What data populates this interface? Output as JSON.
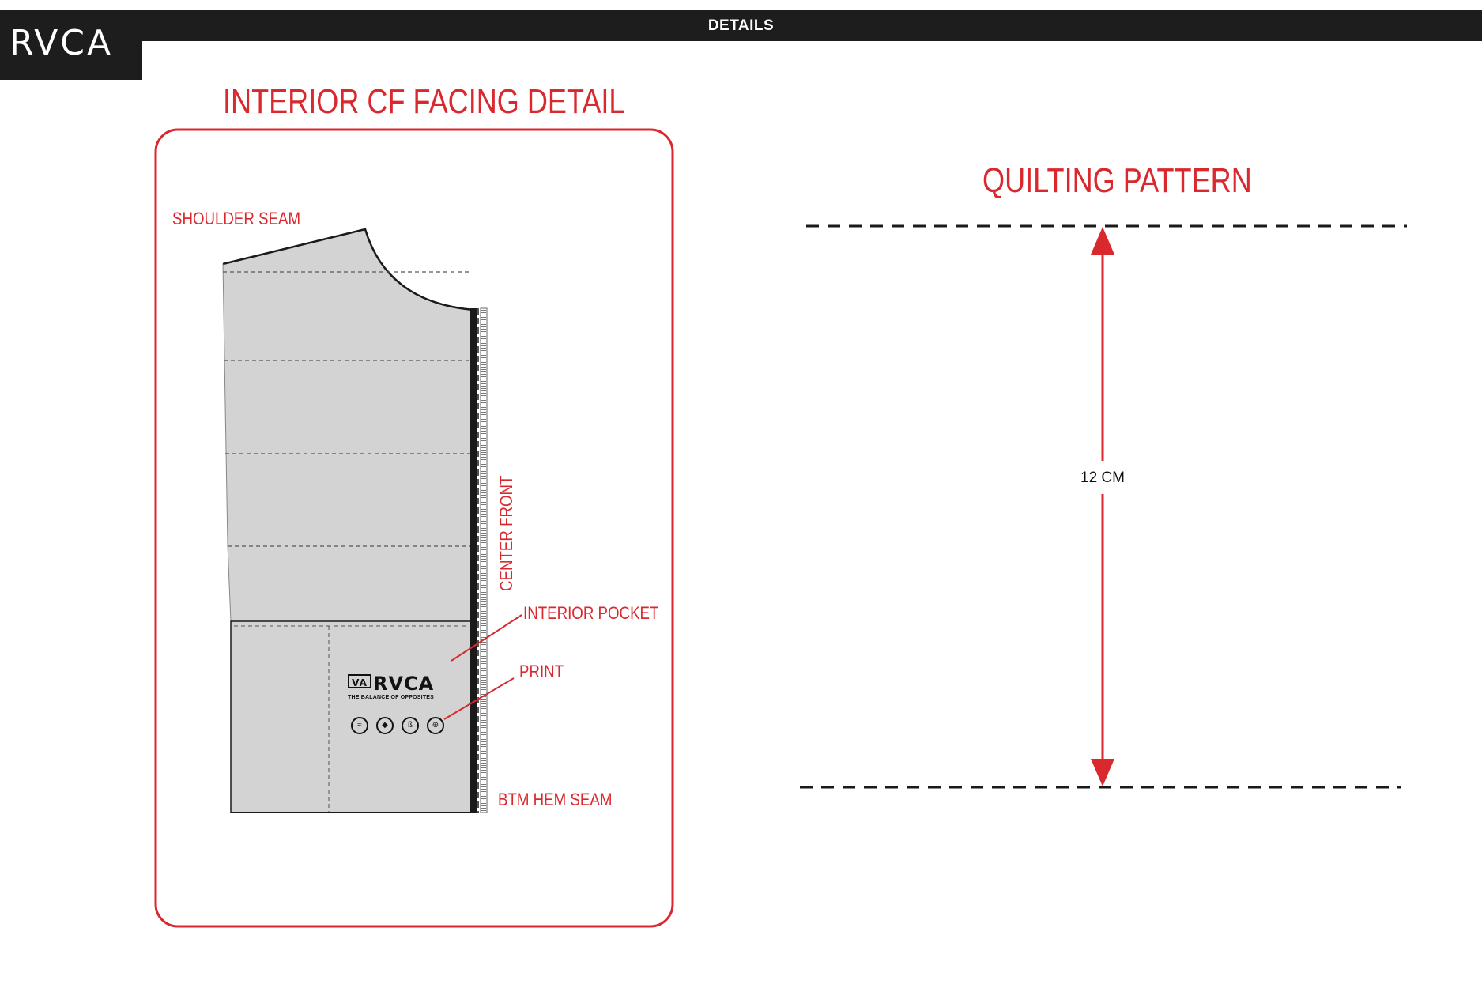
{
  "header": {
    "title": "DETAILS",
    "brand": "RVCA"
  },
  "facing_detail": {
    "title": "INTERIOR CF FACING DETAIL",
    "labels": {
      "shoulder_seam": "SHOULDER SEAM",
      "center_front": "CENTER FRONT",
      "interior_pocket": "INTERIOR POCKET",
      "print": "PRINT",
      "btm_hem_seam": "BTM HEM SEAM"
    },
    "print_artwork": {
      "mark": "VA",
      "brand": "RVCA",
      "tagline": "THE BALANCE OF OPPOSITES",
      "badges": [
        "icon-1",
        "icon-2",
        "icon-3",
        "icon-4"
      ]
    }
  },
  "quilting": {
    "title": "QUILTING PATTERN",
    "dimension": "12 CM"
  },
  "colors": {
    "accent": "#d9292f",
    "header_bg": "#1d1d1d",
    "fabric": "#d3d3d3"
  }
}
